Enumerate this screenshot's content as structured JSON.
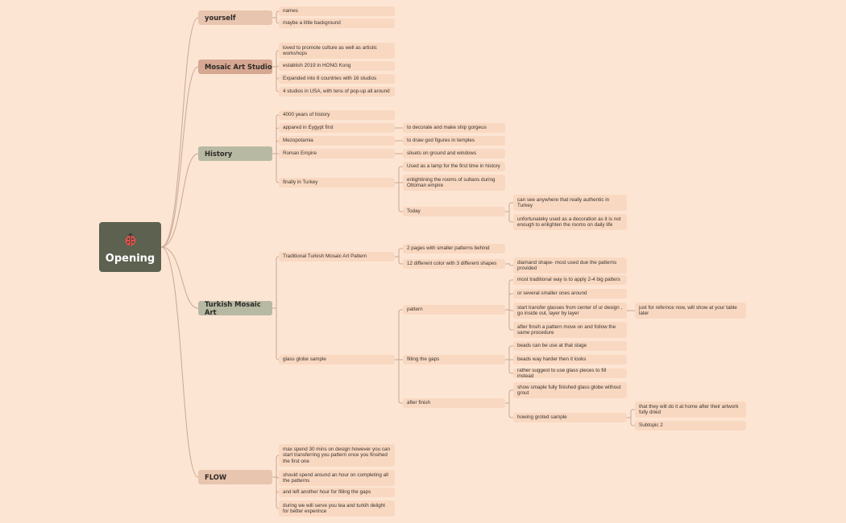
{
  "colors": {
    "background": "#fde5d3",
    "root": "#5d6150",
    "subtopic": "#f9d8c1",
    "connector": "#c7a896"
  },
  "root": {
    "label": "Opening",
    "icon": "ladybug-icon"
  },
  "branches": [
    {
      "id": "yourself",
      "label": "yourself",
      "color": "#e8c5ae",
      "children": [
        {
          "label": "names"
        },
        {
          "label": "maybe a little background"
        }
      ]
    },
    {
      "id": "mosaic",
      "label": "Mosaic Art Studio",
      "color": "#d6a791",
      "children": [
        {
          "label": "loved to promote culture as well as artistic workshops"
        },
        {
          "label": "establish 2019 in HONG Kong"
        },
        {
          "label": "Expanded into 8 countries with 16 studios"
        },
        {
          "label": "4 studios in USA, with tens of pop-up all around"
        }
      ]
    },
    {
      "id": "history",
      "label": "History",
      "color": "#b8b9a3",
      "children": [
        {
          "label": "4000 years of history"
        },
        {
          "label": "appared in Eygypt first",
          "children": [
            {
              "label": "to decorate and make ship gorgeus"
            }
          ]
        },
        {
          "label": "Mezopotamia",
          "children": [
            {
              "label": "to draw god figures in temples"
            }
          ]
        },
        {
          "label": "Roman Empire",
          "children": [
            {
              "label": "sliuets on ground and windows"
            }
          ]
        },
        {
          "label": "finally in Turkey",
          "children": [
            {
              "label": "Used as a lamp for the first time in history"
            },
            {
              "label": "enlightining the rooms of sultans during Ottoman empire"
            },
            {
              "label": "Today",
              "children": [
                {
                  "label": "can see anywhere that really authentic in Turkey"
                },
                {
                  "label": "unfortunateky used as a decoration as it is not enough to enlighten the rooms on daily life"
                }
              ]
            }
          ]
        }
      ]
    },
    {
      "id": "turkish",
      "label": "Turkish Mosaic Art",
      "color": "#b8b9a3",
      "children": [
        {
          "label": "Traditional Turkish Mosaic Art Pattern",
          "children": [
            {
              "label": "2 pages with smaller patterns behind"
            },
            {
              "label": "12 different color with 3 different shapes",
              "children": [
                {
                  "label": "diamand shape- most used due the patterns provided"
                }
              ]
            }
          ]
        },
        {
          "label": "glass globe sample",
          "children": [
            {
              "label": "pattern",
              "children": [
                {
                  "label": "most traditional way is to apply 2-4 big patters"
                },
                {
                  "label": "or several smaller ones around"
                },
                {
                  "label": "start transfer glasses from center of ur design , go inside out, layer by layer",
                  "children": [
                    {
                      "label": "just for refernce now, will show at your table later"
                    }
                  ]
                },
                {
                  "label": "after finsih a pattern move on and follow the same procedure"
                }
              ]
            },
            {
              "label": "filling the gaps",
              "children": [
                {
                  "label": "beads can be use at that stage"
                },
                {
                  "label": "beads way harder then it looks"
                },
                {
                  "label": "rather suggest to use glass pieces to fill instead"
                }
              ]
            },
            {
              "label": "after finish",
              "children": [
                {
                  "label": "show smaple fully finished glass globe without grout"
                },
                {
                  "label": "howing groted sample",
                  "children": [
                    {
                      "label": "that they will do it at home after their artwork fully dried"
                    },
                    {
                      "label": "Subtopic 2"
                    }
                  ]
                }
              ]
            }
          ]
        }
      ]
    },
    {
      "id": "flow",
      "label": "FLOW",
      "color": "#e8c5ae",
      "children": [
        {
          "label": "max spend 30 mins on design however you can start transferring you pattern once you finsihed the first one"
        },
        {
          "label": "should spend around an hour on completing all the patterns"
        },
        {
          "label": "and left another hour for filling the gaps"
        },
        {
          "label": "during we will serve you tea and turkih delight for better experince"
        }
      ]
    }
  ]
}
